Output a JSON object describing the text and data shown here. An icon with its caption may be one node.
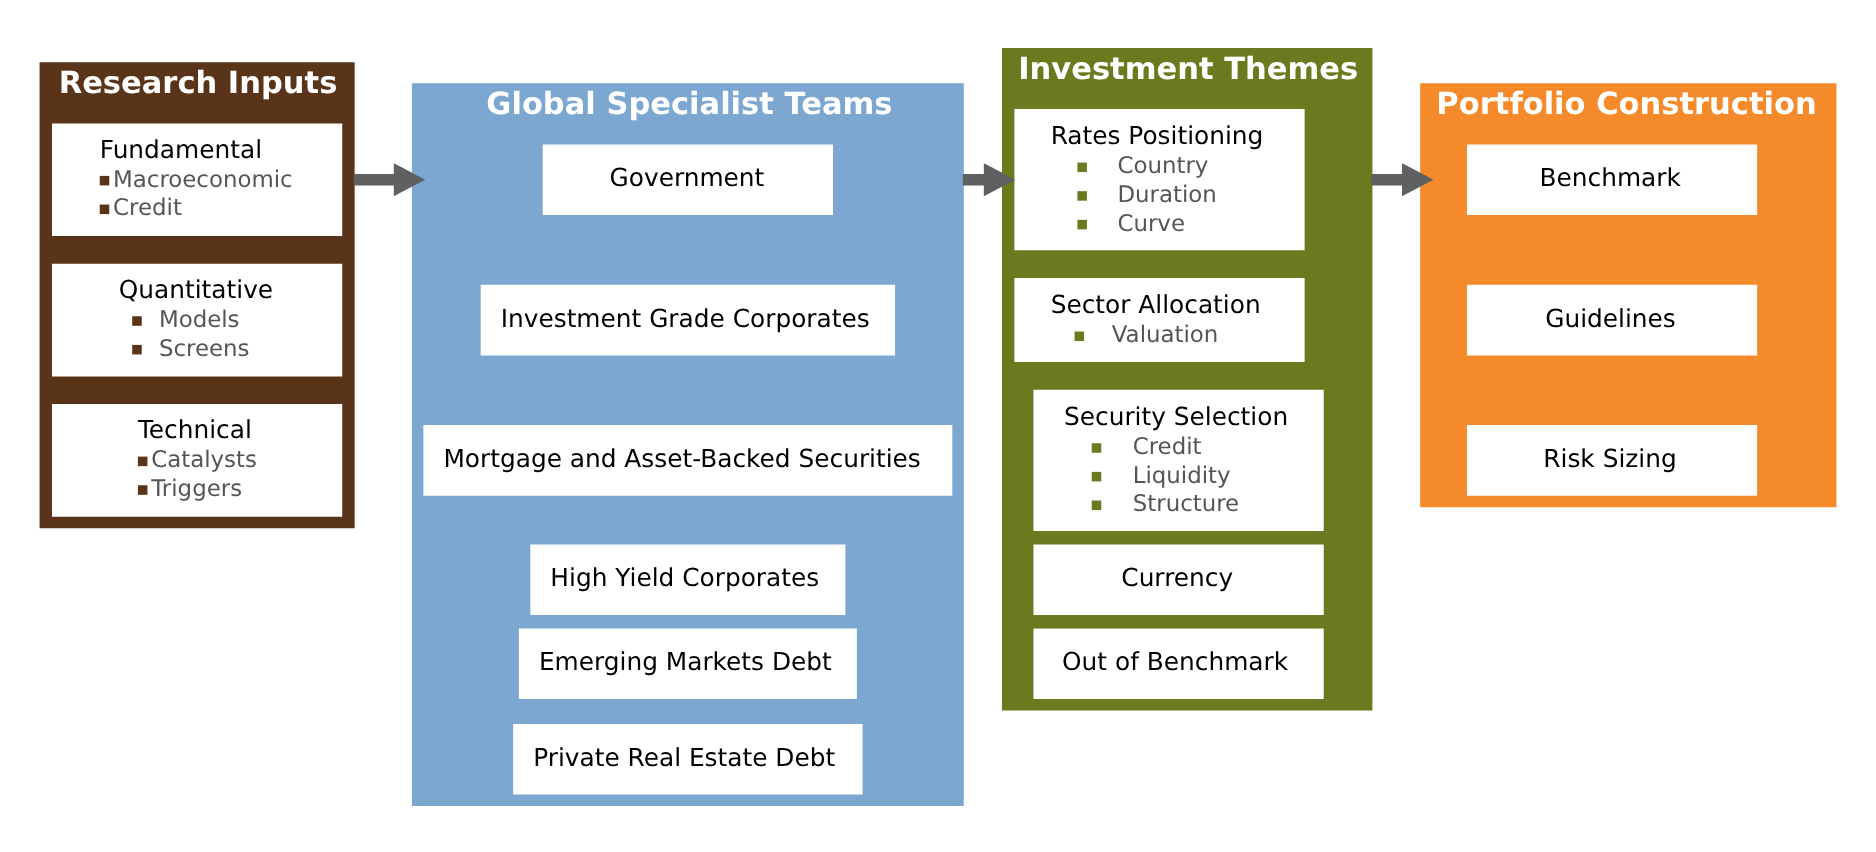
{
  "diagram": {
    "nodes": [
      {
        "text": [
          "Research Inputs"
        ]
      },
      {
        "text": [
          "Fundamental",
          "Macroeconomic",
          "Credit"
        ],
        "in": 0
      },
      {
        "text": [
          "Quantitative",
          "Models",
          "Screens"
        ],
        "in": 0
      },
      {
        "text": [
          "Technical",
          "Catalysts",
          "Triggers"
        ],
        "in": 0
      },
      {
        "text": [
          "Global Specialist Teams"
        ]
      },
      {
        "text": [
          "Government"
        ],
        "in": 4
      },
      {
        "text": [
          "Investment Grade Corporates"
        ],
        "in": 4
      },
      {
        "text": [
          "Mortgage and Asset-Backed Securities"
        ],
        "in": 4
      },
      {
        "text": [
          "High Yield Corporates"
        ],
        "in": 4
      },
      {
        "text": [
          "Emerging Markets Debt"
        ],
        "in": 4
      },
      {
        "text": [
          "Private Real Estate Debt"
        ],
        "in": 4
      },
      {
        "text": [
          "Investment Themes"
        ]
      },
      {
        "text": [
          "Rates Positioning",
          "Country",
          "Duration",
          "Curve"
        ],
        "in": 11
      },
      {
        "text": [
          "Sector Allocation",
          "Valuation"
        ],
        "in": 11
      },
      {
        "text": [
          "Security Selection",
          "Credit",
          "Liquidity",
          "Structure"
        ],
        "in": 11
      },
      {
        "text": [
          "Currency"
        ],
        "in": 11
      },
      {
        "text": [
          "Out of Benchmark"
        ],
        "in": 11
      },
      {
        "text": [
          "Portfolio Construction"
        ]
      },
      {
        "text": [
          "Benchmark"
        ],
        "in": 17
      },
      {
        "text": [
          "Guidelines"
        ],
        "in": 17
      },
      {
        "text": [
          "Risk Sizing"
        ],
        "in": 17
      }
    ],
    "edges": [
      {
        "from": 0,
        "to": 4,
        "arrow": "to"
      },
      {
        "from": 4,
        "to": 11,
        "arrow": "to"
      },
      {
        "from": 11,
        "to": 17,
        "arrow": "to"
      }
    ]
  }
}
